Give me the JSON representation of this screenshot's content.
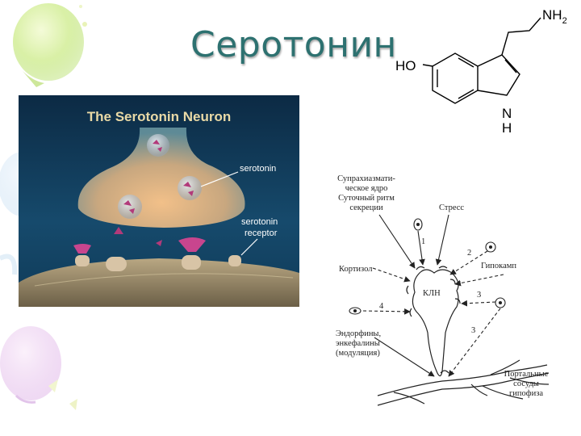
{
  "slide": {
    "title": "Серотонин",
    "molecule": {
      "ho_label": "HO",
      "nh2_label": "NH",
      "nh2_sub": "2",
      "n_label": "N",
      "h_label": "H"
    },
    "neuron_figure": {
      "title": "The Serotonin Neuron",
      "label_serotonin": "serotonin",
      "label_receptor_line1": "serotonin",
      "label_receptor_line2": "receptor"
    },
    "diagram": {
      "scn_line1": "Супрахиазмати-",
      "scn_line2": "ческое ядро",
      "scn_line3": "Суточный ритм",
      "scn_line4": "секреции",
      "stress": "Стресс",
      "cortisol": "Кортизол",
      "hippocampus": "Гипокамп",
      "kln": "КЛН",
      "endorphins_line1": "Эндорфины,",
      "endorphins_line2": "энкефалины",
      "endorphins_line3": "(модуляция)",
      "portal_line1": "Портальные",
      "portal_line2": "сосуды",
      "portal_line3": "гипофиза",
      "path_labels": [
        "1",
        "2",
        "3",
        "3",
        "4"
      ]
    }
  },
  "colors": {
    "title": "#2d7170",
    "figure_bg": "#0d2f4a",
    "figure_title": "#e9d9a6"
  }
}
